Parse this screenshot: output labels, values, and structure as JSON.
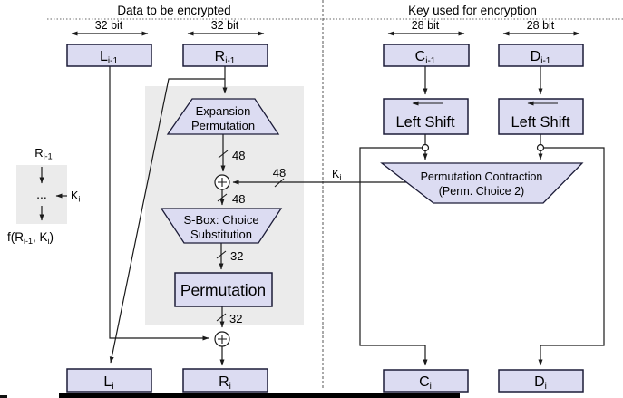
{
  "headers": {
    "data_side": "Data to be encrypted",
    "key_side": "Key used for encryption"
  },
  "bit_widths": {
    "data_side": "32 bit",
    "key_side": "28 bit"
  },
  "bus": {
    "b48": "48",
    "b32": "32"
  },
  "registers": {
    "l_prev": {
      "main": "L",
      "sub": "i-1"
    },
    "r_prev": {
      "main": "R",
      "sub": "i-1"
    },
    "c_prev": {
      "main": "C",
      "sub": "i-1"
    },
    "d_prev": {
      "main": "D",
      "sub": "i-1"
    },
    "l_i": {
      "main": "L",
      "sub": "i"
    },
    "r_i": {
      "main": "R",
      "sub": "i"
    },
    "c_i": {
      "main": "C",
      "sub": "i"
    },
    "d_i": {
      "main": "D",
      "sub": "i"
    }
  },
  "blocks": {
    "expansion": {
      "line1": "Expansion",
      "line2": "Permutation"
    },
    "sbox": {
      "line1": "S-Box: Choice",
      "line2": "Substitution"
    },
    "permutation": "Permutation",
    "left_shift": "Left Shift",
    "perm_contraction": {
      "line1": "Permutation Contraction",
      "line2": "(Perm. Choice 2)"
    }
  },
  "key_label": {
    "main": "K",
    "sub": "i"
  },
  "legend": {
    "input": {
      "main": "R",
      "sub": "i-1"
    },
    "dots": "...",
    "key": {
      "main": "K",
      "sub": "i"
    },
    "output": {
      "p1": "f(R",
      "s1": "i-1",
      "p2": ", K",
      "s2": "i",
      "p3": ")"
    }
  },
  "colors": {
    "box_fill": "#dcdcf2",
    "box_border": "#1c1c38",
    "panel_fill": "#ebebeb",
    "line": "#1a1a1a",
    "text": "#000000"
  }
}
